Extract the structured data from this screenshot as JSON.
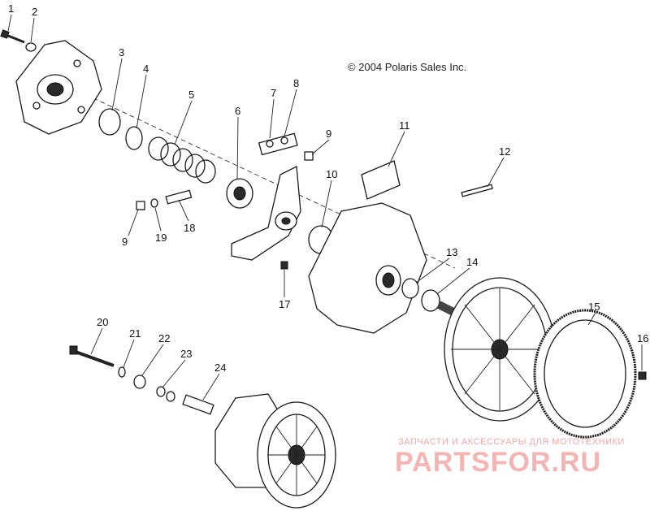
{
  "copyright": "© 2004 Polaris Sales Inc.",
  "watermark": {
    "top_text": "ЗАПЧАСТИ И АКСЕССУАРЫ ДЛЯ МОТОТЕХНИКИ",
    "main_text": "PARTSFOR.RU"
  },
  "callouts": [
    {
      "id": "c1",
      "label": "1"
    },
    {
      "id": "c2",
      "label": "2"
    },
    {
      "id": "c3",
      "label": "3"
    },
    {
      "id": "c4",
      "label": "4"
    },
    {
      "id": "c5",
      "label": "5"
    },
    {
      "id": "c6",
      "label": "6"
    },
    {
      "id": "c7",
      "label": "7"
    },
    {
      "id": "c8",
      "label": "8"
    },
    {
      "id": "c9a",
      "label": "9"
    },
    {
      "id": "c9b",
      "label": "9"
    },
    {
      "id": "c10",
      "label": "10"
    },
    {
      "id": "c11",
      "label": "11"
    },
    {
      "id": "c12",
      "label": "12"
    },
    {
      "id": "c13",
      "label": "13"
    },
    {
      "id": "c14",
      "label": "14"
    },
    {
      "id": "c15",
      "label": "15"
    },
    {
      "id": "c16",
      "label": "16"
    },
    {
      "id": "c17",
      "label": "17"
    },
    {
      "id": "c18",
      "label": "18"
    },
    {
      "id": "c19",
      "label": "19"
    },
    {
      "id": "c20",
      "label": "20"
    },
    {
      "id": "c21",
      "label": "21"
    },
    {
      "id": "c22",
      "label": "22"
    },
    {
      "id": "c23",
      "label": "23"
    },
    {
      "id": "c24",
      "label": "24"
    }
  ]
}
